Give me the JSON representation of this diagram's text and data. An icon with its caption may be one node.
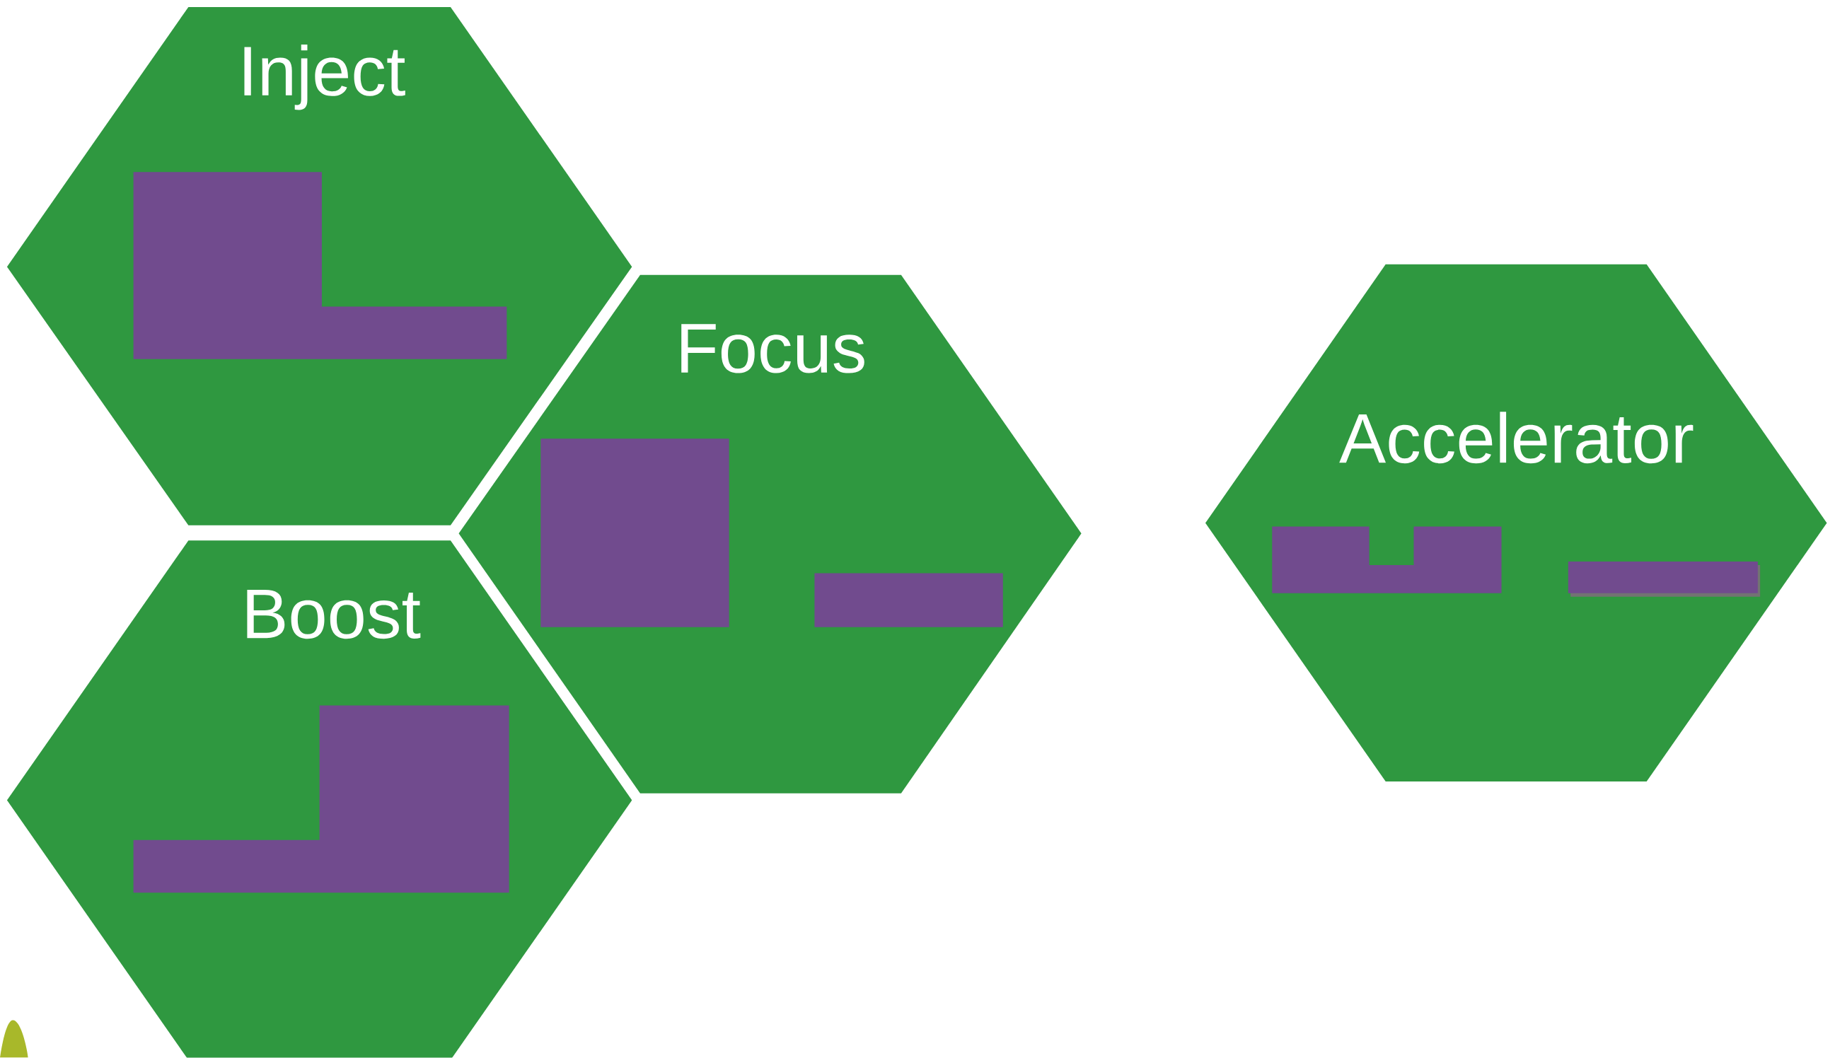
{
  "diagram": {
    "nodes": [
      {
        "text": [
          "Inject"
        ]
      },
      {
        "text": [],
        "shape": "box",
        "in": 0
      },
      {
        "text": [
          "Focus"
        ]
      },
      {
        "text": [],
        "shape": "box",
        "in": 2
      },
      {
        "text": [],
        "shape": "box",
        "in": 2
      },
      {
        "text": [
          "Boost"
        ]
      },
      {
        "text": [],
        "shape": "box",
        "in": 5
      },
      {
        "text": [
          "Accelerator"
        ]
      },
      {
        "text": [],
        "shape": "box",
        "in": 7
      },
      {
        "text": [],
        "shape": "bar",
        "in": 7
      }
    ]
  }
}
